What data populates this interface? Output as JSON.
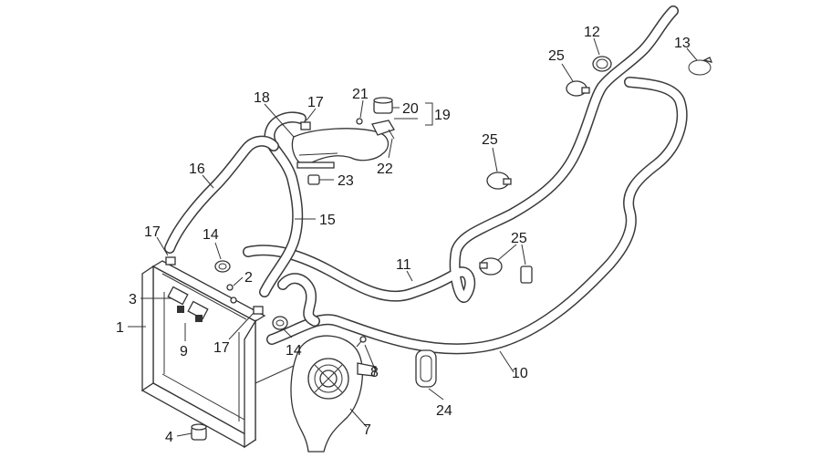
{
  "callouts": [
    {
      "id": "c1",
      "text": "1"
    },
    {
      "id": "c2",
      "text": "2"
    },
    {
      "id": "c3",
      "text": "3"
    },
    {
      "id": "c4",
      "text": "4"
    },
    {
      "id": "c7",
      "text": "7"
    },
    {
      "id": "c8",
      "text": "8"
    },
    {
      "id": "c9",
      "text": "9"
    },
    {
      "id": "c10",
      "text": "10"
    },
    {
      "id": "c11",
      "text": "11"
    },
    {
      "id": "c12",
      "text": "12"
    },
    {
      "id": "c13",
      "text": "13"
    },
    {
      "id": "c14a",
      "text": "14"
    },
    {
      "id": "c14b",
      "text": "14"
    },
    {
      "id": "c15",
      "text": "15"
    },
    {
      "id": "c16",
      "text": "16"
    },
    {
      "id": "c17a",
      "text": "17"
    },
    {
      "id": "c17b",
      "text": "17"
    },
    {
      "id": "c17c",
      "text": "17"
    },
    {
      "id": "c18",
      "text": "18"
    },
    {
      "id": "c19",
      "text": "19"
    },
    {
      "id": "c20",
      "text": "20"
    },
    {
      "id": "c21",
      "text": "21"
    },
    {
      "id": "c22",
      "text": "22"
    },
    {
      "id": "c23",
      "text": "23"
    },
    {
      "id": "c24",
      "text": "24"
    },
    {
      "id": "c25a",
      "text": "25"
    },
    {
      "id": "c25b",
      "text": "25"
    },
    {
      "id": "c25c",
      "text": "25"
    }
  ]
}
